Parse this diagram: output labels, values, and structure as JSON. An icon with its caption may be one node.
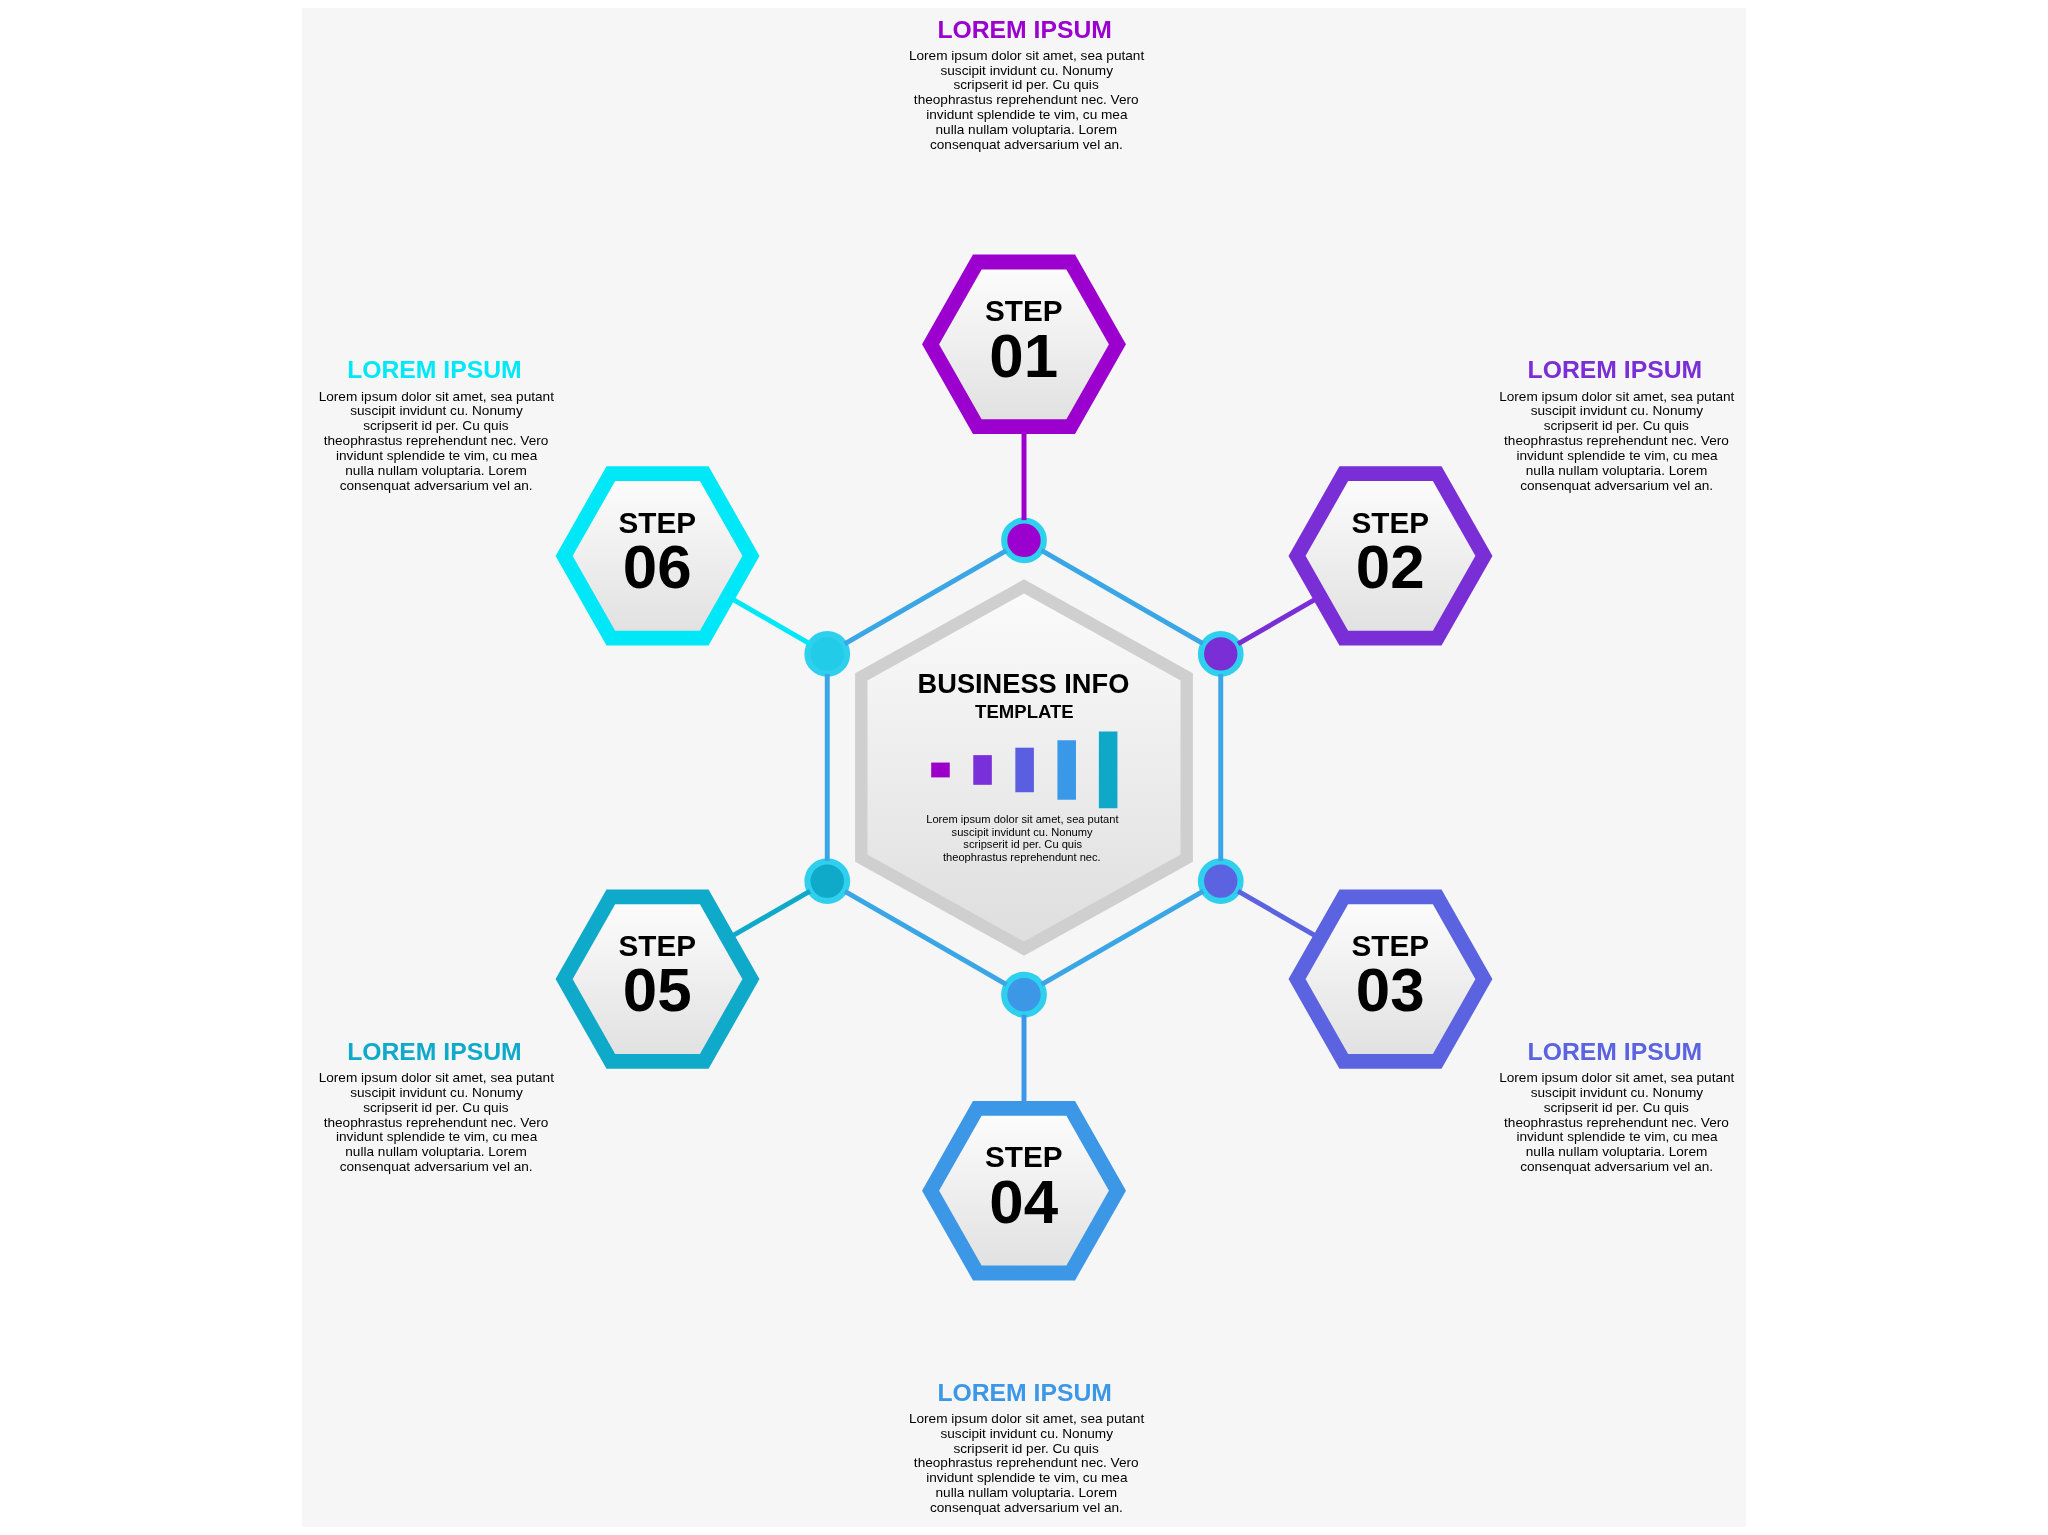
{
  "diagram": {
    "nodes": [
      {
        "text": [
          "STEP",
          "01"
        ],
        "beside": [
          "LOREM IPSUM",
          "Lorem ipsum dolor sit amet, sea putant suscipit invidunt cu. Nonumy scripserit id per. Cu quis theophrastus reprehendunt nec. Vero invidunt splendide te vim, cu mea nulla nullam voluptaria. Lorem consenquat adversarium vel an."
        ]
      },
      {
        "text": [],
        "shape": "circle"
      },
      {
        "text": [
          "STEP",
          "06"
        ],
        "beside": [
          "LOREM IPSUM",
          "Lorem ipsum dolor sit amet, sea putant suscipit invidunt cu. Nonumy scripserit id per. Cu quis theophrastus reprehendunt nec. Vero invidunt splendide te vim, cu mea nulla nullam voluptaria. Lorem consenquat adversarium vel an."
        ]
      },
      {
        "text": [
          "STEP",
          "02"
        ],
        "beside": [
          "LOREM IPSUM",
          "Lorem ipsum dolor sit amet, sea putant suscipit invidunt cu. Nonumy scripserit id per. Cu quis theophrastus reprehendunt nec. Vero invidunt splendide te vim, cu mea nulla nullam voluptaria. Lorem consenquat adversarium vel an."
        ]
      },
      {
        "text": [],
        "shape": "circle"
      },
      {
        "text": [],
        "shape": "circle"
      },
      {
        "text": [
          "BUSINESS INFO",
          "TEMPLATE",
          "Lorem ipsum dolor sit amet, sea putant suscipit invidunt cu. Nonumy scripserit id per. Cu quis theophrastus reprehendunt nec."
        ]
      },
      {
        "text": [],
        "shape": "circle"
      },
      {
        "text": [],
        "shape": "circle"
      },
      {
        "text": [
          "STEP",
          "05"
        ],
        "beside": [
          "LOREM IPSUM",
          "Lorem ipsum dolor sit amet, sea putant suscipit invidunt cu. Nonumy scripserit id per. Cu quis theophrastus reprehendunt nec. Vero invidunt splendide te vim, cu mea nulla nullam voluptaria. Lorem consenquat adversarium vel an."
        ]
      },
      {
        "text": [
          "STEP",
          "03"
        ],
        "beside": [
          "LOREM IPSUM",
          "Lorem ipsum dolor sit amet, sea putant suscipit invidunt cu. Nonumy scripserit id per. Cu quis theophrastus reprehendunt nec. Vero invidunt splendide te vim, cu mea nulla nullam voluptaria. Lorem consenquat adversarium vel an."
        ]
      },
      {
        "text": [],
        "shape": "circle"
      },
      {
        "text": [
          "STEP",
          "04"
        ],
        "beside": [
          "LOREM IPSUM",
          "Lorem ipsum dolor sit amet, sea putant suscipit invidunt cu. Nonumy scripserit id per. Cu quis theophrastus reprehendunt nec. Vero invidunt splendide te vim, cu mea nulla nullam voluptaria. Lorem consenquat adversarium vel an."
        ]
      }
    ],
    "edges": [
      {
        "from": 0,
        "to": 1,
        "arrow": "none",
        "color": "#9b00cf"
      },
      {
        "from": 2,
        "to": 4,
        "arrow": "none",
        "color": "#00e8f8"
      },
      {
        "from": 3,
        "to": 5,
        "arrow": "none",
        "color": "#7a2fd6"
      },
      {
        "from": 9,
        "to": 7,
        "arrow": "none",
        "color": "#0fa9c9"
      },
      {
        "from": 10,
        "to": 8,
        "arrow": "none",
        "color": "#5b63e0"
      },
      {
        "from": 12,
        "to": 11,
        "arrow": "none",
        "color": "#3c97e6"
      },
      {
        "from": 1,
        "to": 5,
        "arrow": "none"
      },
      {
        "from": 5,
        "to": 8,
        "arrow": "none"
      },
      {
        "from": 8,
        "to": 11,
        "arrow": "none"
      },
      {
        "from": 11,
        "to": 7,
        "arrow": "none"
      },
      {
        "from": 7,
        "to": 4,
        "arrow": "none"
      },
      {
        "from": 4,
        "to": 1,
        "arrow": "none"
      }
    ]
  }
}
